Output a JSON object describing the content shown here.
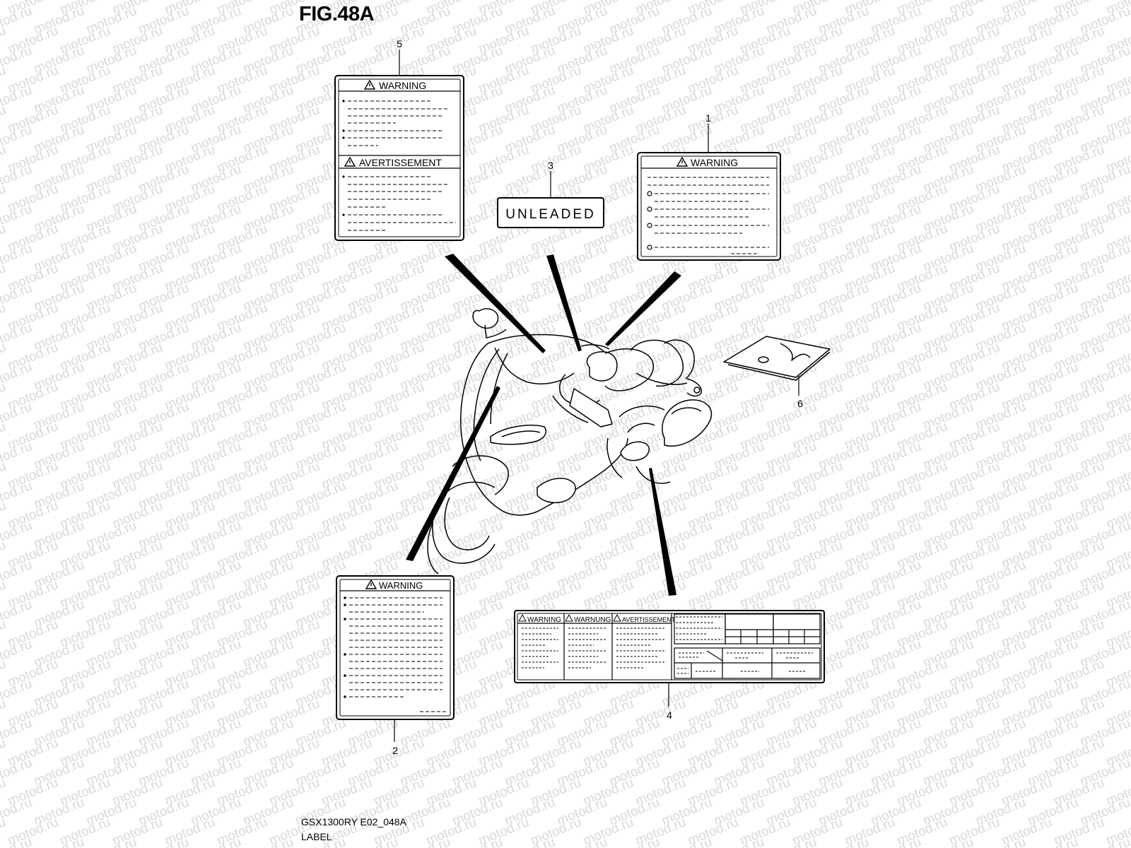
{
  "figure": {
    "title": "FIG.48A",
    "code": "GSX1300RY E02_048A",
    "name": "LABEL"
  },
  "callouts": [
    "1",
    "2",
    "3",
    "4",
    "5",
    "6"
  ],
  "labels": {
    "label1": {
      "header": "WARNING"
    },
    "label2": {
      "header": "WARNING"
    },
    "label3": {
      "text": "UNLEADED"
    },
    "label4": {
      "headers": [
        "WARNING",
        "WARNUNG",
        "AVERTISSEMENT"
      ]
    },
    "label5": {
      "header_top": "WARNING",
      "header_bottom": "AVERTISSEMENT"
    }
  },
  "watermark": "motod.ru"
}
